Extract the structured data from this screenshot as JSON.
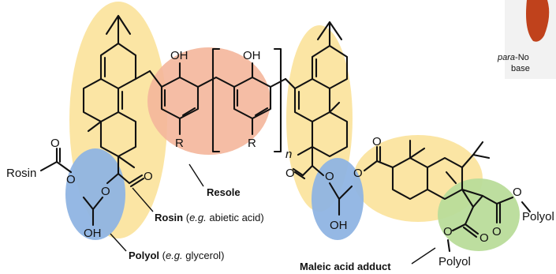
{
  "labels": {
    "resole": "Resole",
    "rosin_bold": "Rosin",
    "rosin_paren_open": " (",
    "rosin_eg": "e.g.",
    "rosin_detail": " abietic acid)",
    "polyol_bold": "Polyol",
    "polyol_paren_open": " (",
    "polyol_eg": "e.g.",
    "polyol_detail": " glycerol)",
    "maleic": "Maleic acid adduct",
    "inset_prefix": "para",
    "inset_rest": "-No",
    "inset_line2": "base"
  },
  "atoms": {
    "rosin_left": "Rosin",
    "polyol_right": "Polyol",
    "polyol_bottom": "Polyol",
    "oh": "OH",
    "o": "O",
    "r": "R",
    "n": "n"
  },
  "colors": {
    "rosin_highlight": "#fbe29a",
    "resole_highlight": "#f4b69b",
    "polyol_highlight": "#8fb4e3",
    "maleic_highlight": "#b9dc9a",
    "inset_leaf": "#c0421c"
  }
}
